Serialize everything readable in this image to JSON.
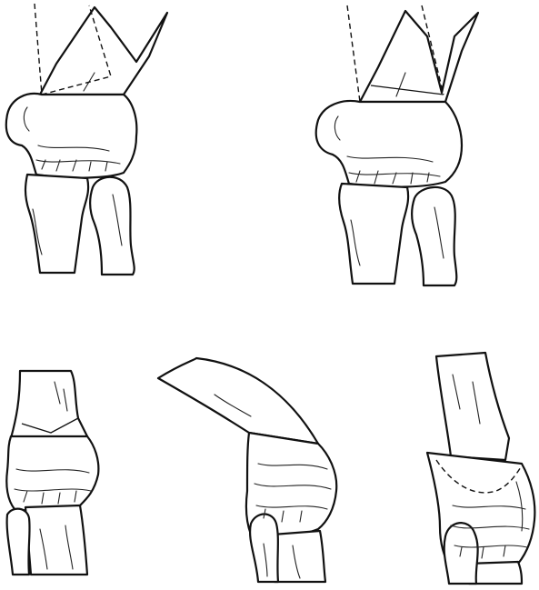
{
  "figure": {
    "panels": [
      {
        "id": "panel-top-left",
        "osteotomy": "dashed-wedge"
      },
      {
        "id": "panel-top-right",
        "osteotomy": "dashed-wedge"
      },
      {
        "id": "panel-bottom-left",
        "osteotomy": "chevron-cut"
      },
      {
        "id": "panel-bottom-middle",
        "osteotomy": "angled-cut"
      },
      {
        "id": "panel-bottom-right",
        "osteotomy": "dome-cut"
      }
    ],
    "colors": {
      "ink": "#111111",
      "background": "#ffffff"
    }
  }
}
